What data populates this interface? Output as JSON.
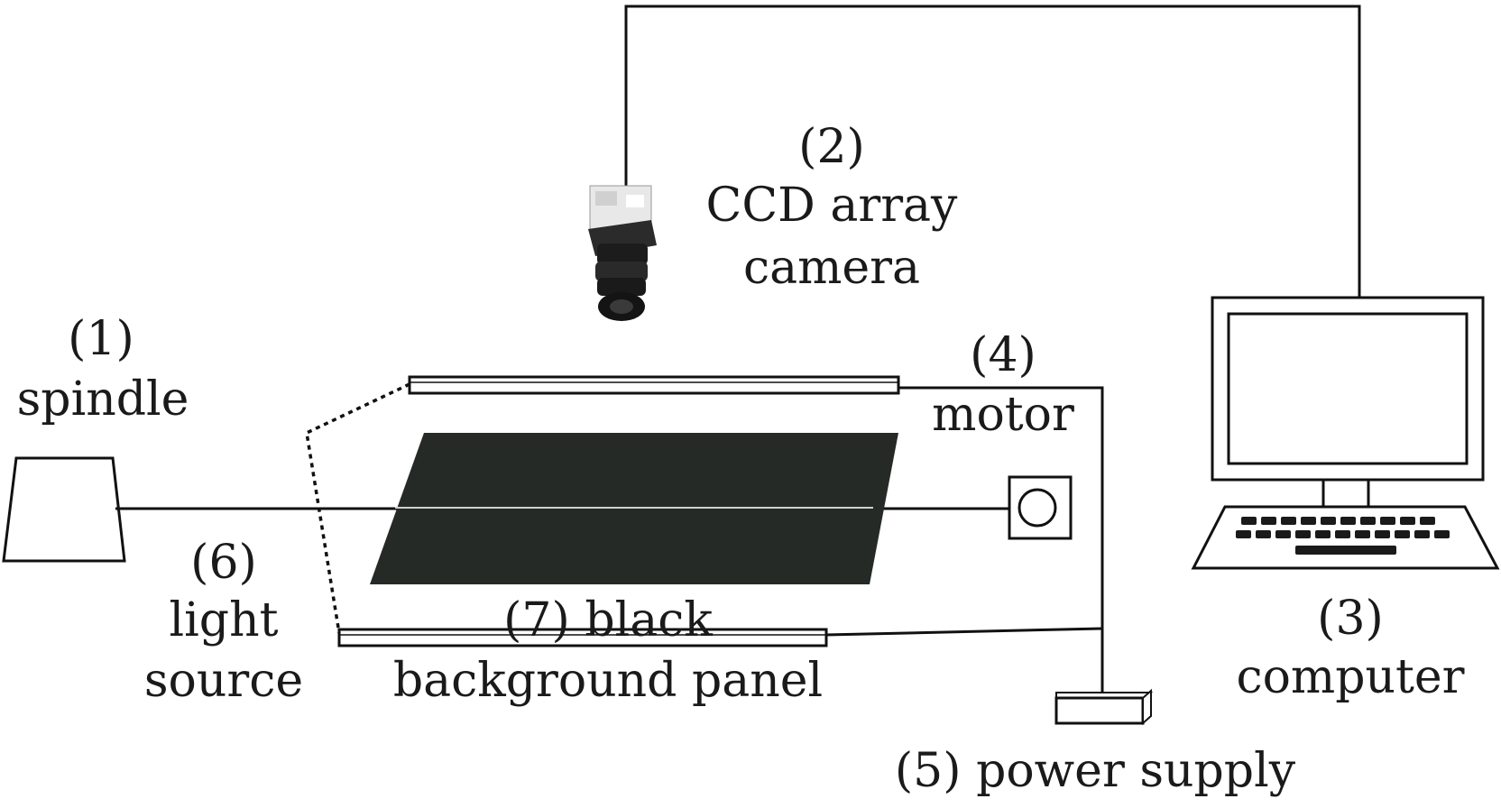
{
  "labels": {
    "spindle_num": "(1)",
    "spindle_name": "spindle",
    "camera_num": "(2)",
    "camera_line1": "CCD array",
    "camera_line2": "camera",
    "computer_num": "(3)",
    "computer_name": "computer",
    "motor_num": "(4)",
    "motor_name": "motor",
    "power_supply": "(5) power supply",
    "light_num": "(6)",
    "light_line1": "light",
    "light_line2": "source",
    "panel_line1": "(7) black",
    "panel_line2": "background panel"
  },
  "icons": {
    "camera": "ccd-camera-icon",
    "computer": "desktop-computer-icon",
    "motor": "motor-icon",
    "power": "power-supply-box-icon",
    "light": "light-source-icon"
  },
  "colors": {
    "ink": "#111111",
    "panel": "#262a27",
    "background": "#ffffff"
  }
}
